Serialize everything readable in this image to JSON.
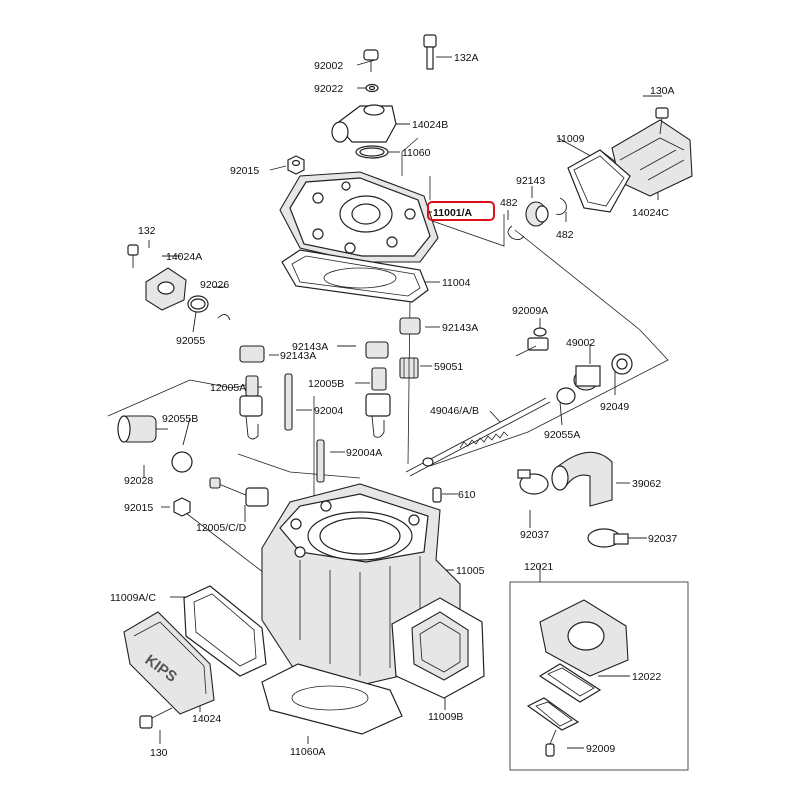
{
  "diagram": {
    "highlight_color": "#e0101a",
    "highlighted_part": "11001/A",
    "stamp_text": "KIPS",
    "labels": {
      "p92002": "92002",
      "p132A": "132A",
      "p92022": "92022",
      "p14024B": "14024B",
      "p11060": "11060",
      "p92015top": "92015",
      "p11001A": "11001/A",
      "p130A": "130A",
      "p11009": "11009",
      "p92143top": "92143",
      "p482a": "482",
      "p482b": "482",
      "p14024C": "14024C",
      "p132": "132",
      "p14024A": "14024A",
      "p92026": "92026",
      "p11004": "11004",
      "p92055": "92055",
      "p92009A": "92009A",
      "p92143Aa": "92143A",
      "p92143Ab": "92143A",
      "p92143Ac": "92143A",
      "p49002": "49002",
      "p59051": "59051",
      "p92049": "92049",
      "p12005A": "12005A",
      "p12005B": "12005B",
      "p92004": "92004",
      "p49046": "49046/A/B",
      "p92055B": "92055B",
      "p92055A": "92055A",
      "p92004A": "92004A",
      "p39062": "39062",
      "p92028": "92028",
      "p610": "610",
      "p92015mid": "92015",
      "p12005CD": "12005/C/D",
      "p92037a": "92037",
      "p92037b": "92037",
      "p11005": "11005",
      "p12021": "12021",
      "p11009AC": "11009A/C",
      "p12022": "12022",
      "p14024": "14024",
      "p11009B": "11009B",
      "p130": "130",
      "p11060A": "11060A",
      "p92009": "92009"
    }
  }
}
